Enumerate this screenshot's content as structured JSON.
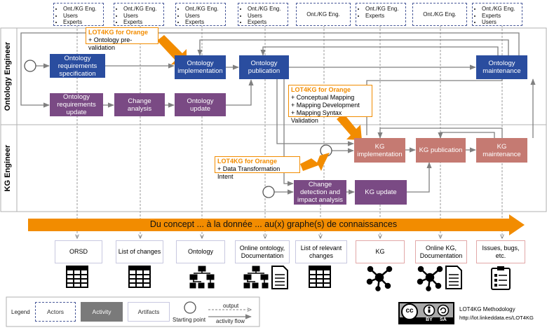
{
  "lanes": {
    "ontology": "Ontology Engineer",
    "kg": "KG Engineer"
  },
  "actors": [
    [
      "Ont./KG Eng.",
      "Users",
      "Experts"
    ],
    [
      "Ont./KG Eng.",
      "Users",
      "Experts"
    ],
    [
      "Ont./KG Eng.",
      "Users",
      "Experts"
    ],
    [
      "Ont./KG Eng.",
      "Users",
      "Experts"
    ],
    [
      "Ont./KG Eng."
    ],
    [
      "Ont./KG Eng.",
      "Experts"
    ],
    [
      "Ont./KG Eng."
    ],
    [
      "Ont./KG Eng.",
      "Experts",
      "Users"
    ]
  ],
  "activities": {
    "ont_req_spec": "Ontology requirements specification",
    "ont_impl": "Ontology implementation",
    "ont_pub": "Ontology publication",
    "ont_maint": "Ontology maintenance",
    "ont_req_update": "Ontology requirements update",
    "change_analysis": "Change analysis",
    "ont_update": "Ontology update",
    "kg_impl": "KG implementation",
    "kg_pub": "KG publication",
    "kg_maint": "KG maintenance",
    "change_detect": "Change detection and impact analysis",
    "kg_update": "KG update"
  },
  "lot4kg": [
    {
      "title": "LOT4KG for Orange",
      "items": [
        "+ Ontology pre-validation"
      ]
    },
    {
      "title": "LOT4KG for Orange",
      "items": [
        "+ Conceptual Mapping",
        "+ Mapping Development",
        "+ Mapping Syntax Validation"
      ]
    },
    {
      "title": "LOT4KG for Orange",
      "items": [
        "+ Data Transformation Intent"
      ]
    }
  ],
  "banner": "Du concept ... à la donnée ... au(x) graphe(s) de connaissances",
  "artifacts": [
    "ORSD",
    "List of changes",
    "Ontology",
    "Online ontology, Documentation",
    "List of relevant changes",
    "KG",
    "Online KG, Documentation",
    "Issues, bugs, etc."
  ],
  "legend": {
    "title": "Legend",
    "actors": "Actors",
    "activity": "Activity",
    "artifacts": "Artifacts",
    "start": "Starting point",
    "output": "output",
    "flow": "activity flow"
  },
  "license": {
    "cc": "cc",
    "by": "BY",
    "sa": "SA",
    "name": "LOT4KG Methodology",
    "url": "http://lot.linkeddata.es/LOT4KG"
  },
  "colors": {
    "ontology_activity": "#2a4d9f",
    "update_activity": "#7a4a84",
    "kg_activity": "#c57a72",
    "lot4kg_accent": "#f28c00"
  }
}
